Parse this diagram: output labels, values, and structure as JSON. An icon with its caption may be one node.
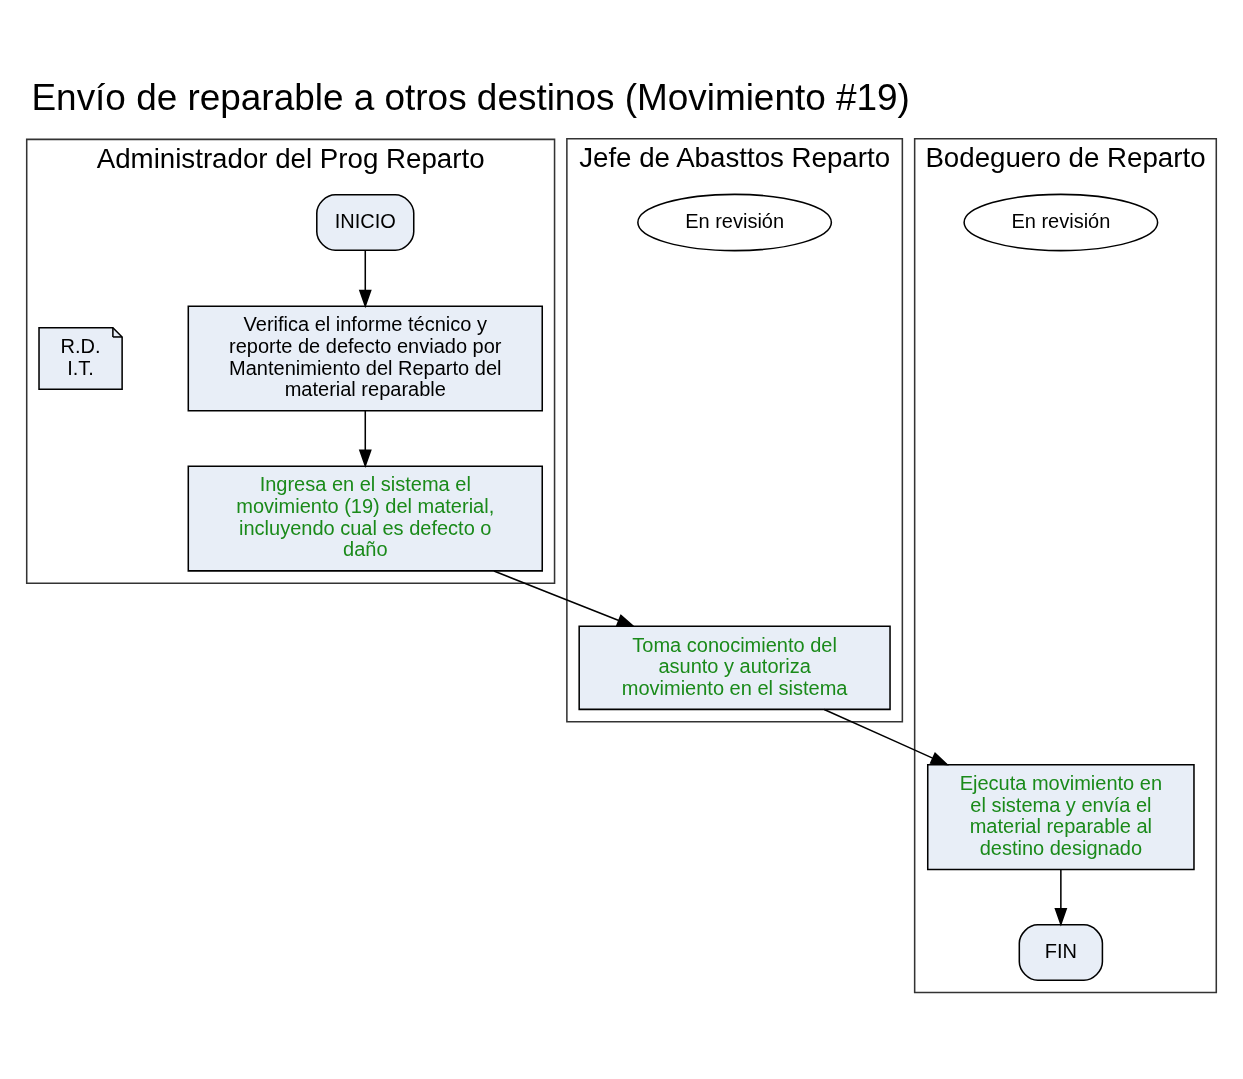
{
  "diagram": {
    "title": "Envío de reparable a otros destinos (Movimiento #19)",
    "nodes": [
      {
        "text": [
          "Administrador del Prog Reparto"
        ]
      },
      {
        "text": [
          "Jefe de Abasttos Reparto"
        ]
      },
      {
        "text": [
          "Bodeguero de Reparto"
        ]
      },
      {
        "text": [
          "INICIO"
        ],
        "in": 0
      },
      {
        "text": [
          "Verifica el informe técnico y reporte de defecto enviado por Mantenimiento del Reparto del material reparable"
        ],
        "in": 0
      },
      {
        "text": [
          "R.D. I.T."
        ],
        "in": 0
      },
      {
        "text": [
          "Ingresa en el sistema el movimiento (19) del material, incluyendo cual es defecto o daño"
        ],
        "in": 0
      },
      {
        "text": [
          "En revisión"
        ],
        "in": 1
      },
      {
        "text": [
          "Toma conocimiento del asunto y autoriza movimiento en el sistema"
        ],
        "in": 1
      },
      {
        "text": [
          "En revisión"
        ],
        "in": 2
      },
      {
        "text": [
          "Ejecuta movimiento en el sistema y envía el material reparable al destino designado"
        ],
        "in": 2
      },
      {
        "text": [
          "FIN"
        ],
        "in": 2
      }
    ],
    "edges": [
      {
        "from": 3,
        "to": 4,
        "arrow": "to"
      },
      {
        "from": 4,
        "to": 6,
        "arrow": "to"
      },
      {
        "from": 6,
        "to": 8,
        "arrow": "to"
      },
      {
        "from": 8,
        "to": 10,
        "arrow": "to"
      },
      {
        "from": 10,
        "to": 11,
        "arrow": "to"
      }
    ]
  }
}
